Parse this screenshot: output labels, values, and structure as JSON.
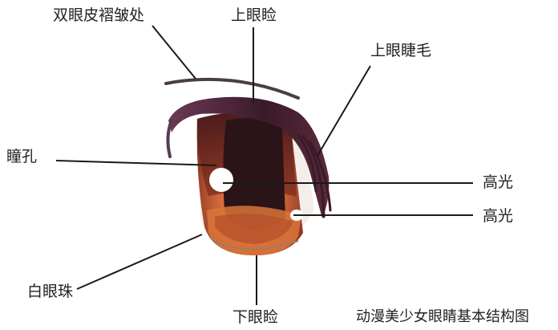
{
  "labels": {
    "double_eyelid_fold": "双眼皮褶皱处",
    "upper_eyelid": "上眼睑",
    "upper_eyelashes": "上眼睫毛",
    "pupil": "瞳孔",
    "highlight_1": "高光",
    "highlight_2": "高光",
    "white_of_eye": "白眼珠",
    "lower_eyelid": "下眼睑"
  },
  "caption": "动漫美少女眼睛基本结构图",
  "colors": {
    "background": "#ffffff",
    "leader_line": "#1a1a1a",
    "iris_outer": "#7a2e1c",
    "iris_lower": "#d9743a",
    "pupil": "#2a1418",
    "lash": "#3a1f2c",
    "lid_line": "#5a4a55"
  }
}
